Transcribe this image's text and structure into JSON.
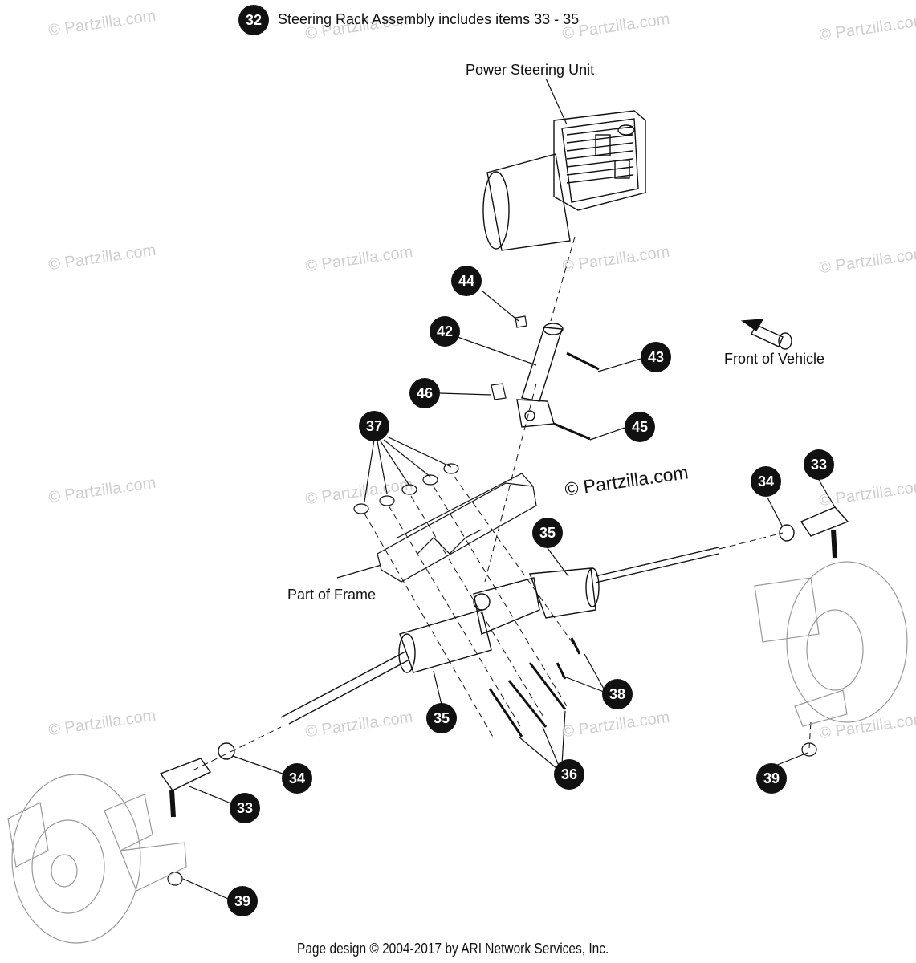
{
  "header": {
    "callout": "32",
    "text": "Steering Rack Assembly includes items 33 - 35"
  },
  "labels": {
    "power_steering_unit": "Power Steering Unit",
    "front_of_vehicle": "Front of Vehicle",
    "part_of_frame": "Part of Frame",
    "brand": "© Partzilla.com"
  },
  "watermark": "© Partzilla.com",
  "callouts": {
    "c44": "44",
    "c42": "42",
    "c43": "43",
    "c46": "46",
    "c45": "45",
    "c37": "37",
    "c35_top": "35",
    "c34_right": "34",
    "c33_right": "33",
    "c38": "38",
    "c35_bottom": "35",
    "c36": "36",
    "c34_left": "34",
    "c33_left": "33",
    "c39_left": "39",
    "c39_right": "39"
  },
  "footer": "Page design © 2004-2017 by ARI Network Services, Inc."
}
